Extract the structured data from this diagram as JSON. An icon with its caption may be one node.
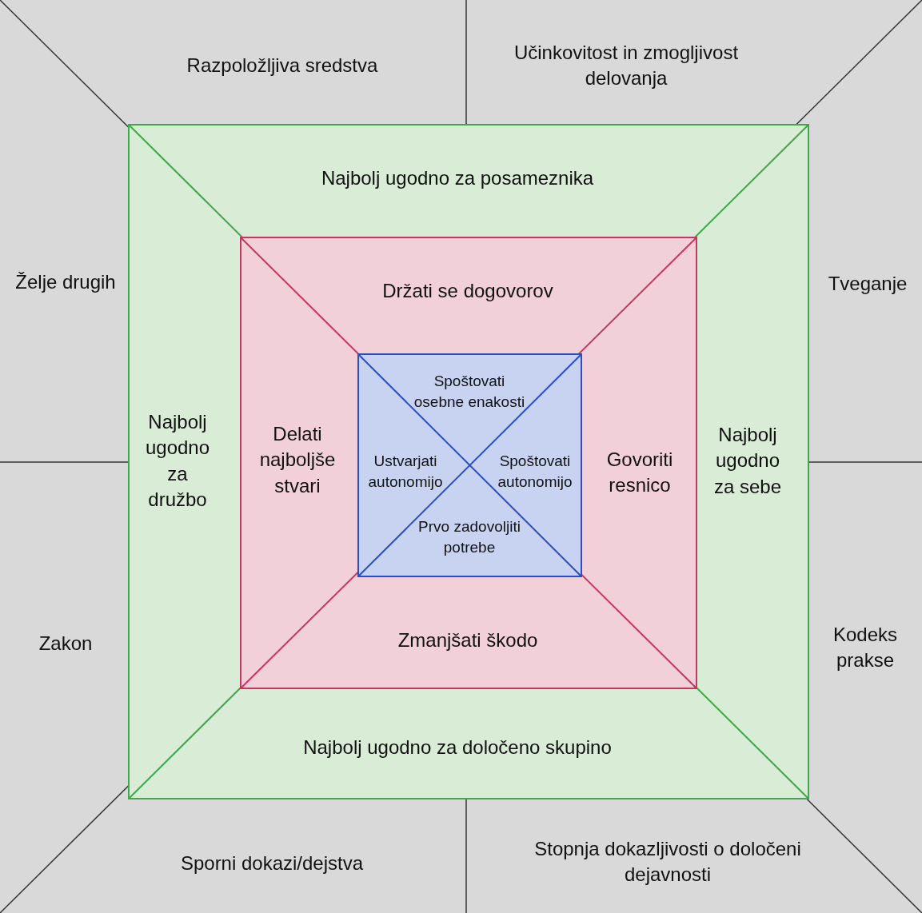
{
  "diagram": {
    "nodes": [
      {
        "text": [
          "Razpoložljiva sredstva",
          "Učinkovitost in zmogljivost delovanja",
          "Želje drugih",
          "Tveganje",
          "Zakon",
          "Kodeks prakse",
          "Sporni dokazi/dejstva",
          "Stopnja dokazljivosti o določeni dejavnosti"
        ]
      },
      {
        "text": [
          "Najbolj ugodno za posameznika",
          "Najbolj ugodno za družbo",
          "Najbolj ugodno za sebe",
          "Najbolj ugodno za določeno skupino"
        ],
        "in": 0
      },
      {
        "text": [
          "Držati se dogovorov",
          "Delati najboljše stvari",
          "Govoriti resnico",
          "Zmanjšati škodo"
        ],
        "in": 1
      },
      {
        "text": [
          "Spoštovati osebne enakosti",
          "Ustvarjati autonomijo",
          "Spoštovati autonomijo",
          "Prvo zadovoljiti potrebe"
        ],
        "in": 2
      }
    ]
  }
}
